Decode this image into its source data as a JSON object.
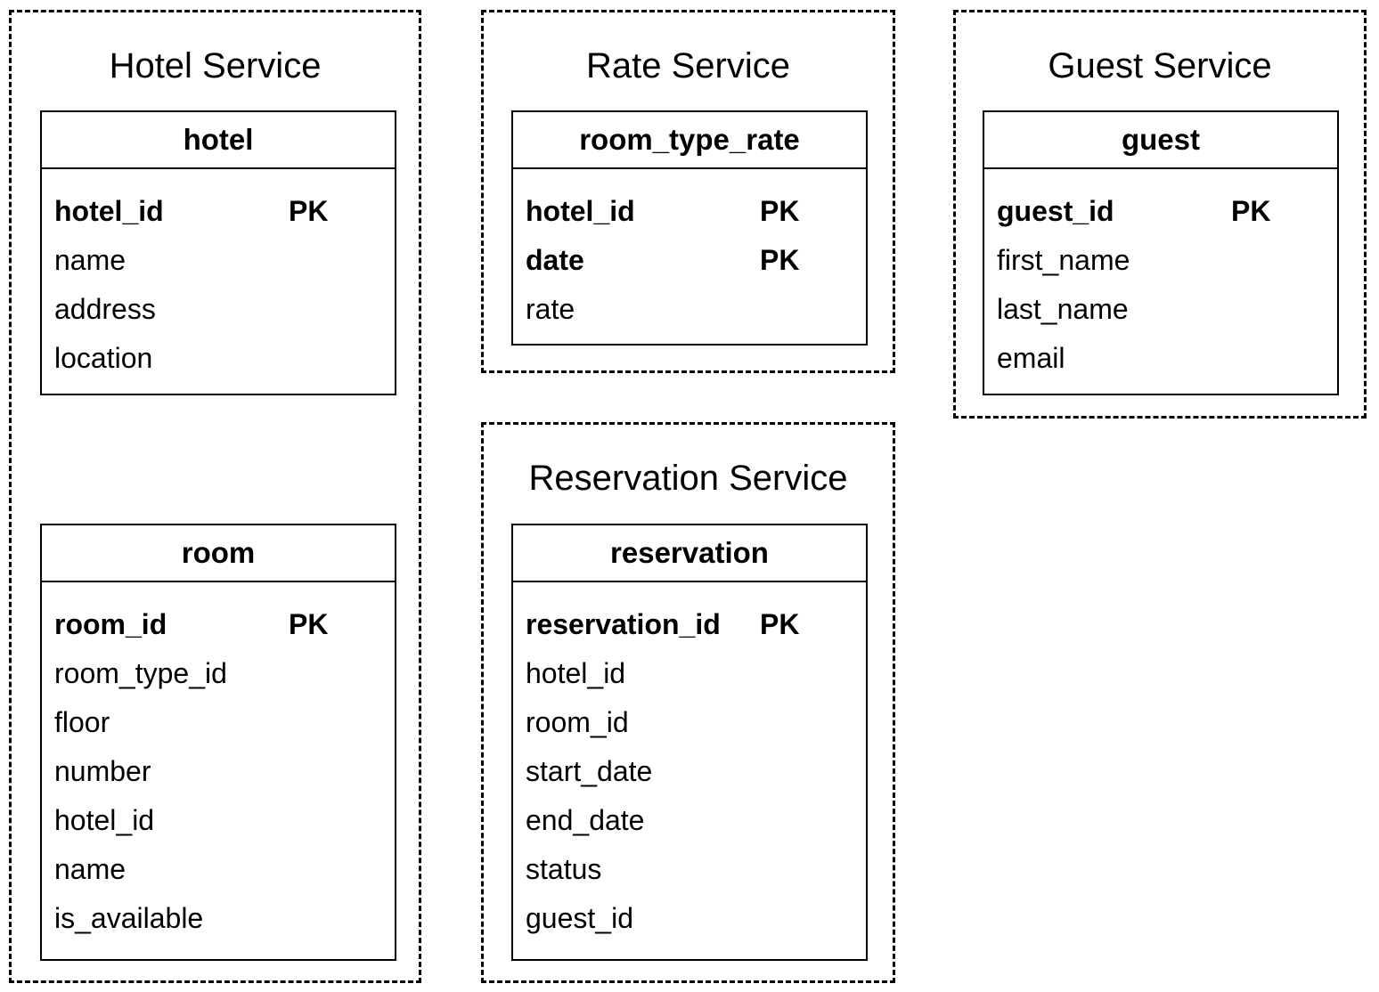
{
  "colors": {
    "line": "#000000",
    "background": "#ffffff"
  },
  "diagram": {
    "services": [
      {
        "name": "Hotel Service",
        "tables": [
          {
            "name": "hotel",
            "fields": [
              {
                "name": "hotel_id",
                "key": "PK"
              },
              {
                "name": "name"
              },
              {
                "name": "address"
              },
              {
                "name": "location"
              }
            ]
          },
          {
            "name": "room",
            "fields": [
              {
                "name": "room_id",
                "key": "PK"
              },
              {
                "name": "room_type_id"
              },
              {
                "name": "floor"
              },
              {
                "name": "number"
              },
              {
                "name": "hotel_id"
              },
              {
                "name": "name"
              },
              {
                "name": "is_available"
              }
            ]
          }
        ]
      },
      {
        "name": "Rate Service",
        "tables": [
          {
            "name": "room_type_rate",
            "fields": [
              {
                "name": "hotel_id",
                "key": "PK"
              },
              {
                "name": "date",
                "key": "PK"
              },
              {
                "name": "rate"
              }
            ]
          }
        ]
      },
      {
        "name": "Reservation Service",
        "tables": [
          {
            "name": "reservation",
            "fields": [
              {
                "name": "reservation_id",
                "key": "PK"
              },
              {
                "name": "hotel_id"
              },
              {
                "name": "room_id"
              },
              {
                "name": "start_date"
              },
              {
                "name": "end_date"
              },
              {
                "name": "status"
              },
              {
                "name": "guest_id"
              }
            ]
          }
        ]
      },
      {
        "name": "Guest Service",
        "tables": [
          {
            "name": "guest",
            "fields": [
              {
                "name": "guest_id",
                "key": "PK"
              },
              {
                "name": "first_name"
              },
              {
                "name": "last_name"
              },
              {
                "name": "email"
              }
            ]
          }
        ]
      }
    ]
  }
}
